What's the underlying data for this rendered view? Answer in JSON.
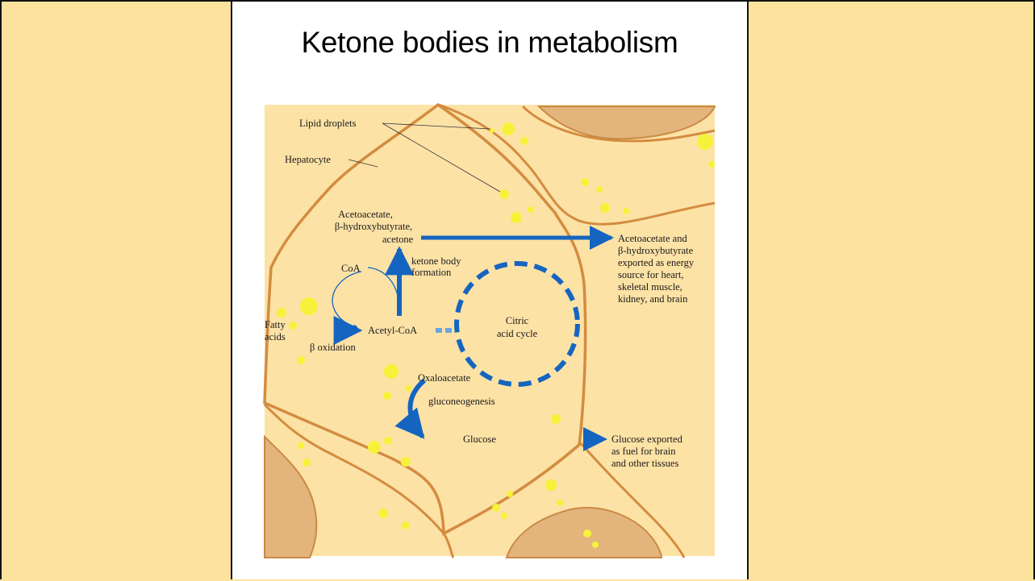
{
  "title": "Ketone bodies in metabolism",
  "colors": {
    "background": "#fde29e",
    "cell_fill": "#fde2a6",
    "cell_border": "#d38c3f",
    "arrow_blue": "#1565c0",
    "droplet": "#f6f23a"
  },
  "labels": {
    "lipid_droplets": "Lipid droplets",
    "hepatocyte": "Hepatocyte",
    "ketones_line1": "Acetoacetate,",
    "ketones_line2": "β-hydroxybutyrate,",
    "ketones_line3": "acetone",
    "coa": "CoA",
    "ketone_formation_line1": "ketone body",
    "ketone_formation_line2": "formation",
    "fatty_acids_line1": "Fatty",
    "fatty_acids_line2": "acids",
    "beta_oxidation": "β oxidation",
    "acetyl_coa": "Acetyl-CoA",
    "citric_line1": "Citric",
    "citric_line2": "acid cycle",
    "oxaloacetate": "Oxaloacetate",
    "gluconeogenesis": "gluconeogenesis",
    "glucose": "Glucose",
    "export_ketones": [
      "Acetoacetate and",
      "β-hydroxybutyrate",
      "exported as energy",
      "source for heart,",
      "skeletal muscle,",
      "kidney, and brain"
    ],
    "export_glucose": [
      "Glucose exported",
      "as fuel for brain",
      "and other tissues"
    ]
  }
}
